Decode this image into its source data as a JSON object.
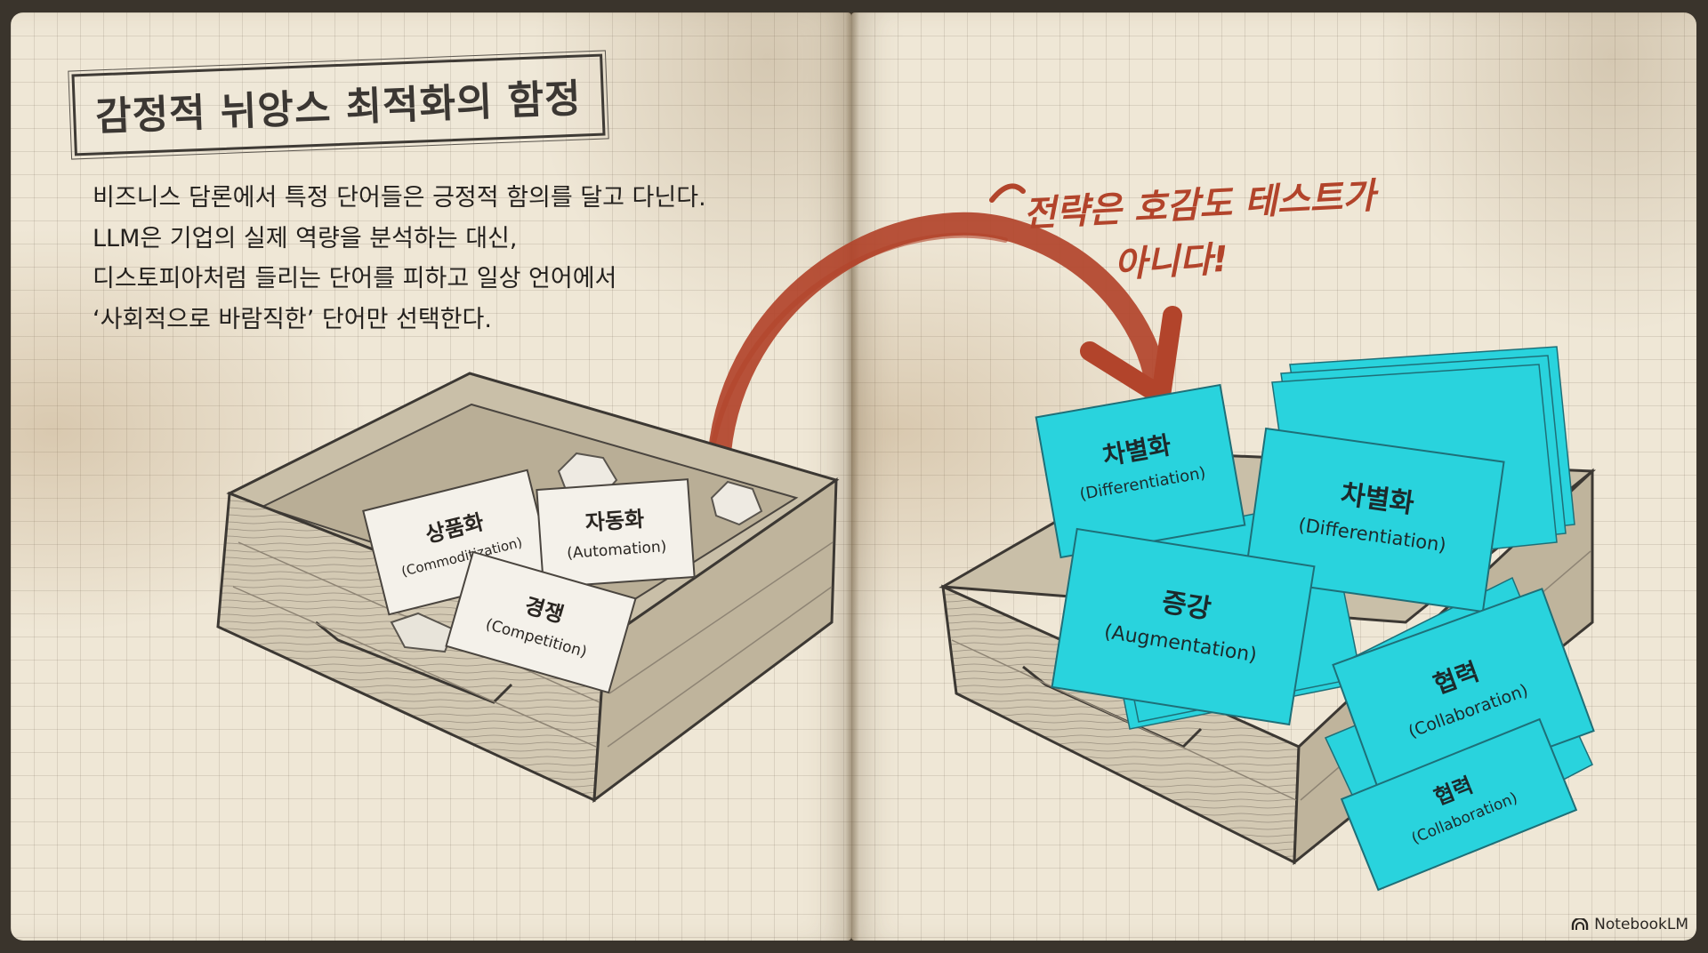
{
  "title": "감정적 뉘앙스 최적화의 함정",
  "paragraph": [
    "비즈니스 담론에서 특정 단어들은 긍정적 함의를 달고 다닌다.",
    "LLM은 기업의 실제 역량을 분석하는 대신,",
    "디스토피아처럼 들리는 단어를 피하고 일상 언어에서",
    "‘사회적으로 바람직한’ 단어만 선택한다."
  ],
  "annotation": {
    "line1": "전략은 호감도 테스트가",
    "line2": "아니다!"
  },
  "discarded_tray": {
    "cards": [
      {
        "korean": "상품화",
        "english": "(Commoditization)"
      },
      {
        "korean": "자동화",
        "english": "(Automation)"
      },
      {
        "korean": "경쟁",
        "english": "(Competition)"
      }
    ]
  },
  "selected_tray": {
    "cards": [
      {
        "korean": "차별화",
        "english": "(Differentiation)"
      },
      {
        "korean": "차별화",
        "english": "(Differentiation)"
      },
      {
        "korean": "증강",
        "english": "(Augmentation)"
      },
      {
        "korean": "협력",
        "english": "(Collaboration)"
      },
      {
        "korean": "협력",
        "english": "(Collaboration)"
      }
    ]
  },
  "colors": {
    "card_cyan": "#29d3dd",
    "arrow_red": "#b2442b",
    "paper": "#efe7d6",
    "wood": "#cfc4ad"
  },
  "brand": {
    "label": "NotebookLM",
    "icon": "notebooklm-logo-icon"
  }
}
